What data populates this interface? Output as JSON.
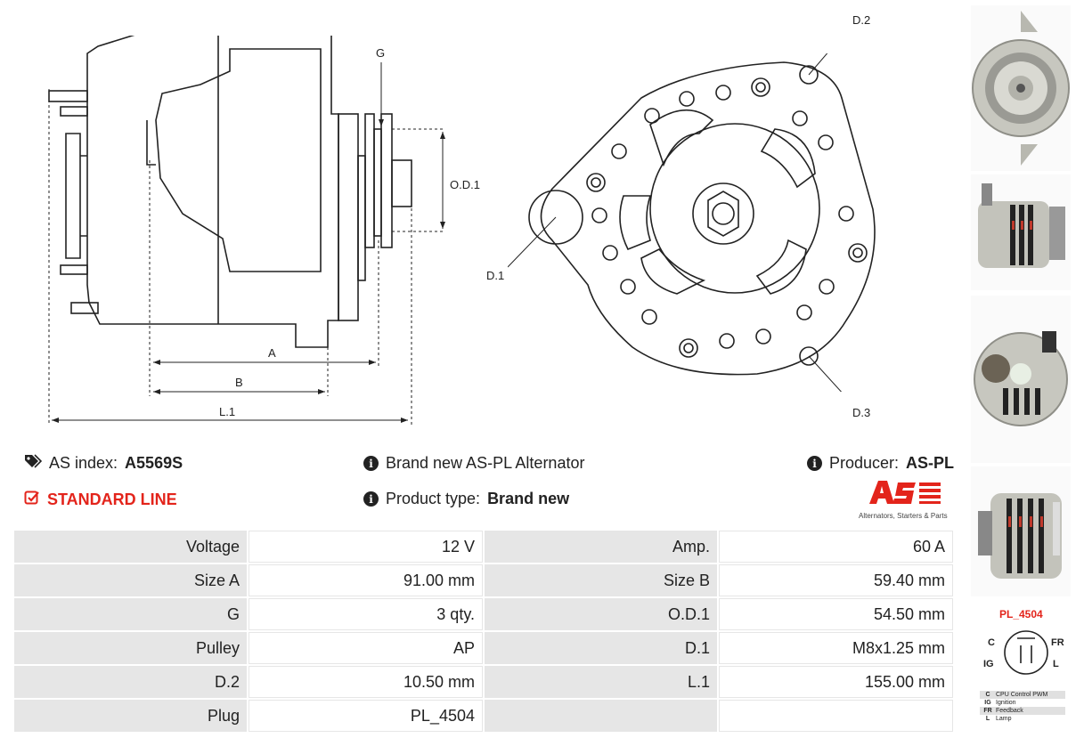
{
  "dimensions": {
    "g": "G",
    "od1": "O.D.1",
    "a": "A",
    "b": "B",
    "l1": "L.1",
    "d1": "D.1",
    "d2": "D.2",
    "d3": "D.3"
  },
  "info": {
    "as_index_label": "AS index:",
    "as_index_value": "A5569S",
    "line": "STANDARD LINE",
    "description": "Brand new AS-PL Alternator",
    "product_type_label": "Product type:",
    "product_type_value": "Brand new",
    "producer_label": "Producer:",
    "producer_value": "AS-PL"
  },
  "logo": {
    "text": "AS",
    "tagline": "Alternators, Starters & Parts"
  },
  "specs": [
    {
      "k1": "Voltage",
      "v1": "12 V",
      "k2": "Amp.",
      "v2": "60 A"
    },
    {
      "k1": "Size A",
      "v1": "91.00 mm",
      "k2": "Size B",
      "v2": "59.40 mm"
    },
    {
      "k1": "G",
      "v1": "3 qty.",
      "k2": "O.D.1",
      "v2": "54.50 mm"
    },
    {
      "k1": "Pulley",
      "v1": "AP",
      "k2": "D.1",
      "v2": "M8x1.25 mm"
    },
    {
      "k1": "D.2",
      "v1": "10.50 mm",
      "k2": "L.1",
      "v2": "155.00 mm"
    },
    {
      "k1": "Plug",
      "v1": "PL_4504",
      "k2": "",
      "v2": ""
    }
  ],
  "plug": {
    "title": "PL_4504",
    "pins": {
      "c": "C",
      "fr": "FR",
      "ig": "IG",
      "l": "L"
    },
    "legend": [
      {
        "code": "C",
        "desc": "CPU Control PWM"
      },
      {
        "code": "IG",
        "desc": "Ignition"
      },
      {
        "code": "FR",
        "desc": "Feedback"
      },
      {
        "code": "L",
        "desc": "Lamp"
      }
    ]
  },
  "colors": {
    "accent": "#e3241b",
    "cell": "#e6e6e6"
  }
}
